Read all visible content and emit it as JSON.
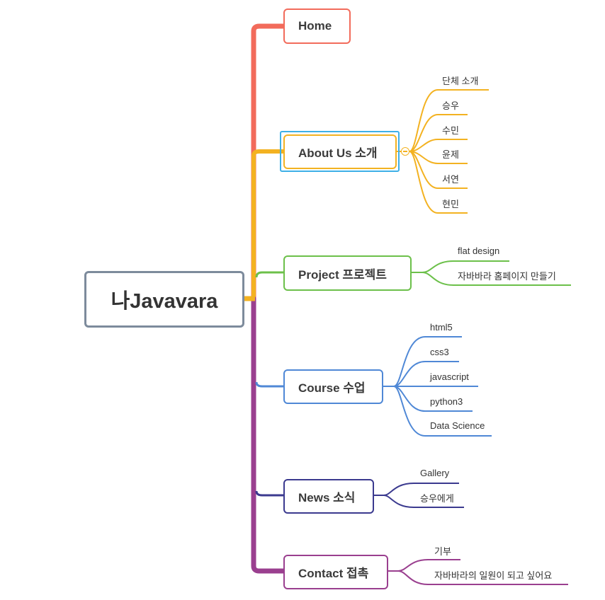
{
  "root": {
    "label": "나Javavara",
    "color": "#7d8b9c"
  },
  "branches": [
    {
      "id": "home",
      "label": "Home",
      "color": "#f26b5b",
      "children": []
    },
    {
      "id": "about",
      "label": "About Us 소개",
      "color": "#f3b221",
      "selected": true,
      "children": [
        "단체 소개",
        "승우",
        "수민",
        "윤제",
        "서연",
        "현민"
      ]
    },
    {
      "id": "project",
      "label": "Project 프로젝트",
      "color": "#6cc04a",
      "children": [
        "flat design",
        "자바바라 홈페이지 만들기"
      ]
    },
    {
      "id": "course",
      "label": "Course 수업",
      "color": "#4f88d6",
      "children": [
        "html5",
        "css3",
        "javascript",
        "python3",
        "Data Science"
      ]
    },
    {
      "id": "news",
      "label": "News 소식",
      "color": "#3b3a8f",
      "children": [
        "Gallery",
        "승우에게"
      ]
    },
    {
      "id": "contact",
      "label": "Contact 접촉",
      "color": "#9a3f8f",
      "children": [
        "기부",
        "자바바라의 일원이 되고 싶어요"
      ]
    }
  ]
}
